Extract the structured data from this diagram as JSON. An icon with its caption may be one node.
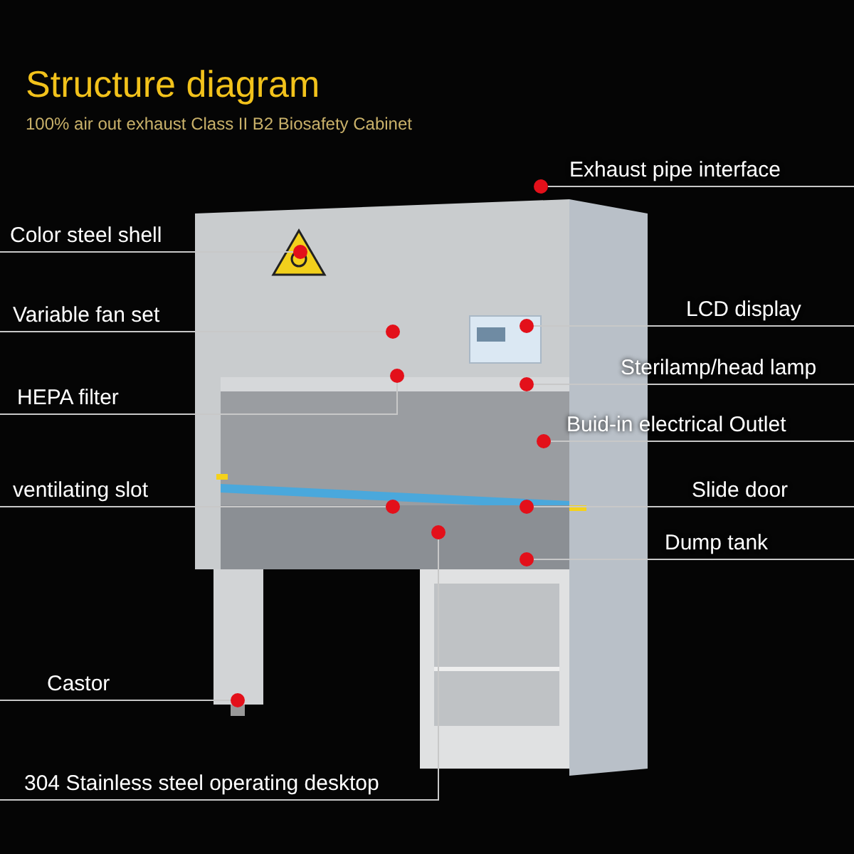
{
  "diagram": {
    "title": "Structure diagram",
    "nodes": [
      {
        "text": [
          "Color steel  shell"
        ]
      },
      {
        "text": [
          "Variable fan set"
        ]
      },
      {
        "text": [
          "HEPA filter"
        ]
      },
      {
        "text": [
          "ventilating slot"
        ]
      },
      {
        "text": [
          "Castor"
        ]
      },
      {
        "text": [
          "304 Stainless steel operating desktop"
        ]
      },
      {
        "text": [
          "Exhaust pipe interface"
        ]
      },
      {
        "text": [
          "LCD display"
        ]
      },
      {
        "text": [
          "Sterilamp/head lamp"
        ]
      },
      {
        "text": [
          "Buid-in electrical Outlet"
        ]
      },
      {
        "text": [
          "Slide door"
        ]
      },
      {
        "text": [
          "Dump tank"
        ]
      },
      {
        "text": [],
        "shape": "circle"
      },
      {
        "text": [],
        "shape": "circle"
      },
      {
        "text": [],
        "shape": "circle"
      },
      {
        "text": [],
        "shape": "circle"
      },
      {
        "text": [],
        "shape": "circle"
      },
      {
        "text": [],
        "shape": "circle"
      },
      {
        "text": [],
        "shape": "circle"
      },
      {
        "text": [],
        "shape": "circle"
      },
      {
        "text": [],
        "shape": "circle"
      },
      {
        "text": [],
        "shape": "circle"
      },
      {
        "text": [],
        "shape": "circle"
      },
      {
        "text": [],
        "shape": "circle"
      }
    ],
    "edges": [
      {
        "from": 0,
        "to": 12,
        "arrow": "none"
      },
      {
        "from": 1,
        "to": 13,
        "arrow": "none"
      },
      {
        "from": 2,
        "to": 14,
        "arrow": "none"
      },
      {
        "from": 3,
        "to": 15,
        "arrow": "none"
      },
      {
        "from": 4,
        "to": 16,
        "arrow": "none"
      },
      {
        "from": 5,
        "to": 17,
        "arrow": "none"
      },
      {
        "from": 6,
        "to": 18,
        "arrow": "none"
      },
      {
        "from": 7,
        "to": 19,
        "arrow": "none"
      },
      {
        "from": 8,
        "to": 20,
        "arrow": "none"
      },
      {
        "from": 9,
        "to": 21,
        "arrow": "none"
      },
      {
        "from": 10,
        "to": 22,
        "arrow": "none"
      },
      {
        "from": 11,
        "to": 23,
        "arrow": "none"
      }
    ],
    "labels": [
      "100% air out exhaust Class II B2 Biosafety Cabinet"
    ]
  }
}
